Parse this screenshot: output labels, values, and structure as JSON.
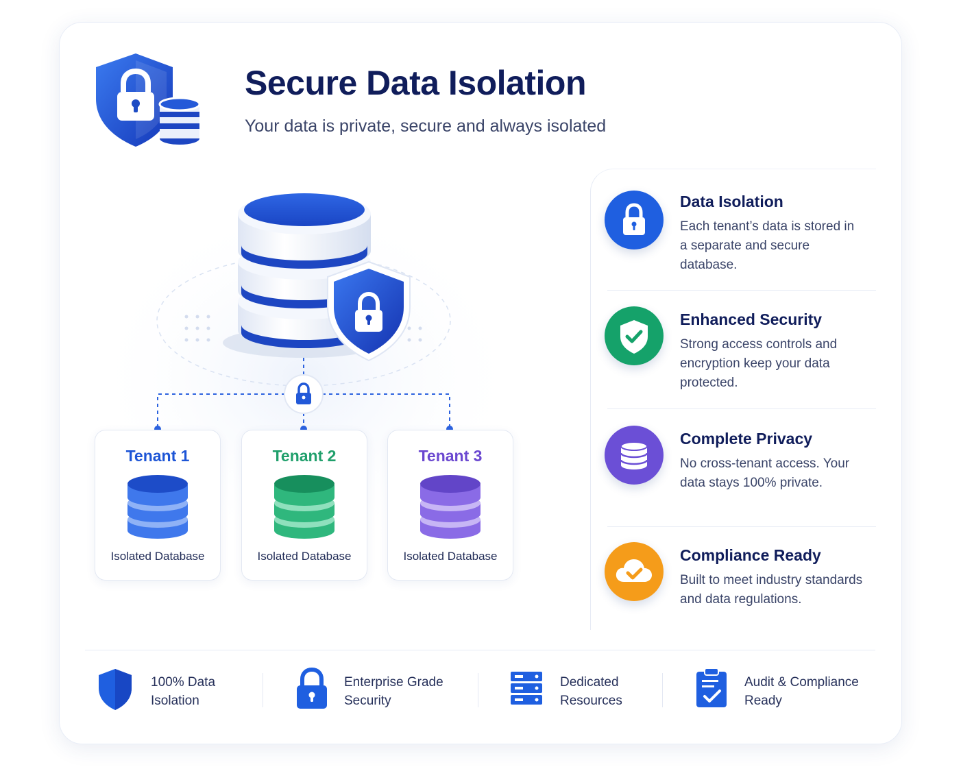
{
  "header": {
    "title": "Secure Data Isolation",
    "subtitle": "Your data is private, secure and always isolated",
    "icon": "shield-lock-database-icon"
  },
  "diagram": {
    "central_icon": "database-shield-icon",
    "connector_icon": "lock-icon",
    "tenants": [
      {
        "name": "Tenant 1",
        "label": "Isolated Database",
        "color": "#1d55d6"
      },
      {
        "name": "Tenant 2",
        "label": "Isolated Database",
        "color": "#1f9f6b"
      },
      {
        "name": "Tenant 3",
        "label": "Isolated Database",
        "color": "#6a47d0"
      }
    ]
  },
  "features": [
    {
      "title": "Data Isolation",
      "desc": "Each tenant’s data is stored in a separate and secure database.",
      "icon": "lock-icon",
      "color": "#1d5ee0"
    },
    {
      "title": "Enhanced Security",
      "desc": "Strong access controls and encryption keep your data protected.",
      "icon": "shield-check-icon",
      "color": "#16a36b"
    },
    {
      "title": "Complete Privacy",
      "desc": "No cross-tenant access. Your data stays 100% private.",
      "icon": "database-icon",
      "color": "#6c4fd6"
    },
    {
      "title": "Compliance Ready",
      "desc": "Built to meet industry standards and data regulations.",
      "icon": "cloud-check-icon",
      "color": "#f39a18"
    }
  ],
  "footer": [
    {
      "line1": "100% Data",
      "line2": "Isolation",
      "icon": "shield-icon"
    },
    {
      "line1": "Enterprise Grade",
      "line2": "Security",
      "icon": "lock-icon"
    },
    {
      "line1": "Dedicated",
      "line2": "Resources",
      "icon": "server-icon"
    },
    {
      "line1": "Audit & Compliance",
      "line2": "Ready",
      "icon": "clipboard-check-icon"
    }
  ]
}
